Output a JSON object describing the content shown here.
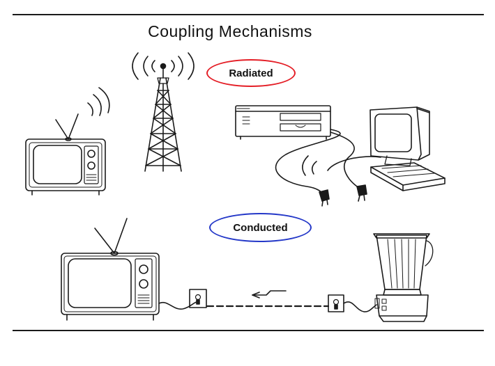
{
  "title": "Coupling Mechanisms",
  "labels": {
    "radiated": "Radiated",
    "conducted": "Conducted"
  },
  "colors": {
    "radiated_oval": "#e41e26",
    "conducted_oval": "#2438c8",
    "ink": "#1a1a1a"
  },
  "icons": [
    "radio-tower-icon",
    "tv-icon",
    "computer-tower-icon",
    "monitor-icon",
    "keyboard-icon",
    "plug-icon",
    "wall-outlet-icon",
    "blender-icon",
    "noise-arrow-icon"
  ]
}
